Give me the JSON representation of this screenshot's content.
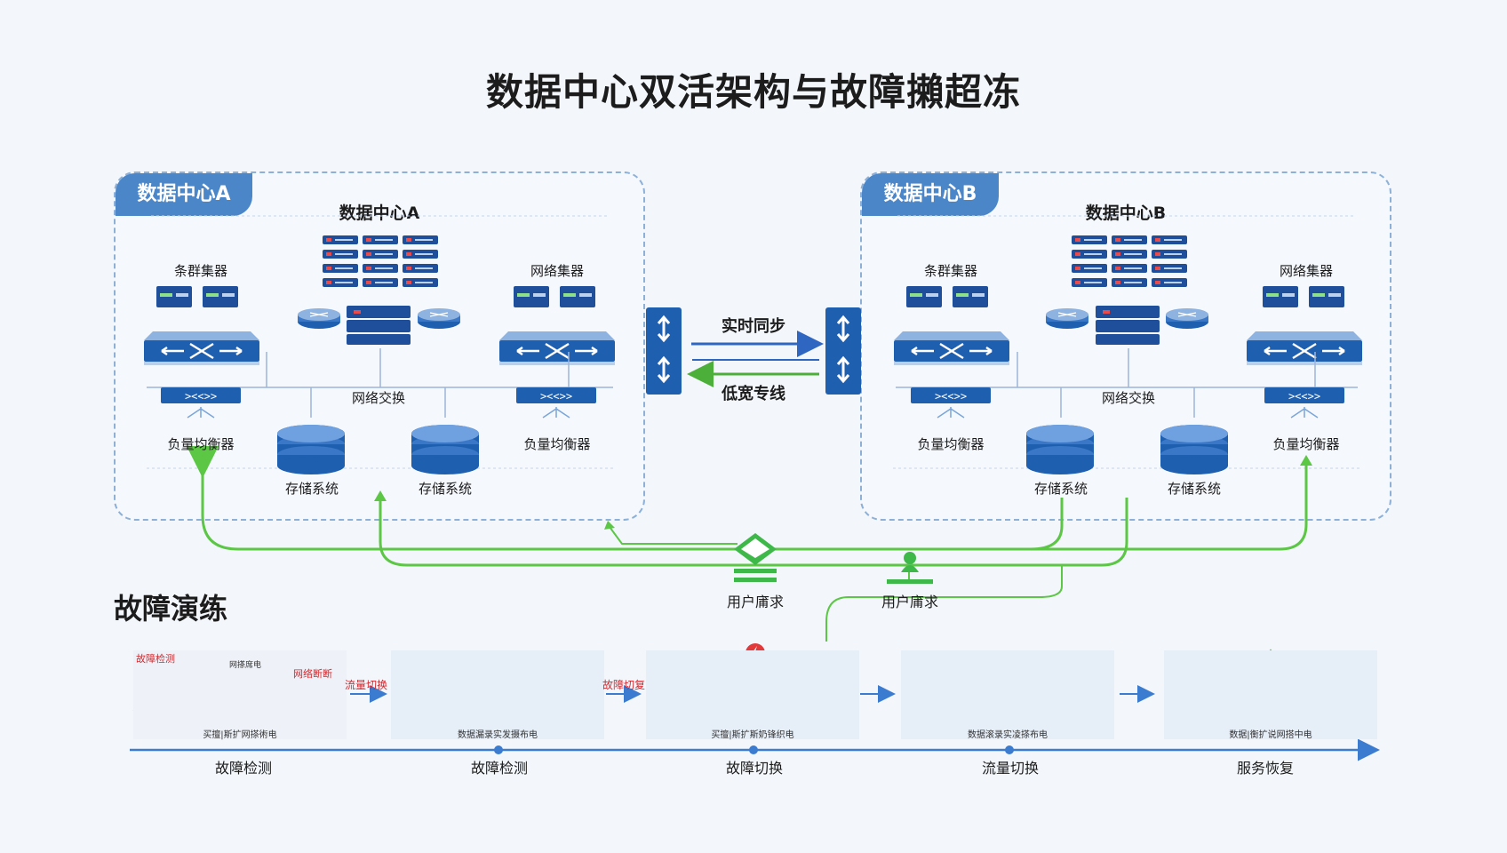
{
  "title": "数据中心双活架构与故障攋超冻",
  "datacenters": [
    {
      "tab": "数据中心A",
      "heading": "数据中心A",
      "labels": {
        "cluster": "条群集器",
        "network_collector": "网络集器",
        "switching": "网络交换",
        "lb_left": "负量均衡器",
        "lb_right": "负量均衡器",
        "storage_left": "存储系统",
        "storage_right": "存储系统"
      }
    },
    {
      "tab": "数据中心B",
      "heading": "数据中心B",
      "labels": {
        "cluster": "条群集器",
        "network_collector": "网络集器",
        "switching": "网络交换",
        "lb_left": "负量均衡器",
        "lb_right": "负量均衡器",
        "storage_left": "存储系统",
        "storage_right": "存储系统"
      }
    }
  ],
  "links": {
    "sync_label": "实时同步",
    "dedicated_label": "低宽专线"
  },
  "users": {
    "user_main": "用户庯求",
    "user_secondary": "用户庯求"
  },
  "drill": {
    "title": "故障演练",
    "stages": [
      {
        "caption": "买擅|斯扩网搽術电",
        "step": "故障检测"
      },
      {
        "caption": "数据漏录实发摄布电",
        "step": "故障检测"
      },
      {
        "caption": "买擅|斯扩斯奶锋织电",
        "step": "故障切换"
      },
      {
        "caption": "数据滚录实凌搽布电",
        "step": "流量切换"
      },
      {
        "caption": "数据|衡扩说网搭中电",
        "step": "服务恢复"
      }
    ],
    "between_labels": [
      "流量切换",
      "故障切复"
    ],
    "stage1_tags": {
      "fault_detect": "故障检测",
      "network_tag": "网搽席电",
      "break_tag": "网络断断"
    }
  },
  "colors": {
    "panel_tab": "#4b86c9",
    "link_blue": "#1f5fb0",
    "sync_arrow": "#2e66c2",
    "dedicated_arrow": "#4caf3a",
    "user_flow": "#5cc645",
    "fault_red": "#d6262b",
    "timeline": "#3b7bd0"
  },
  "icons": [
    "server-rack-icon",
    "switch-icon",
    "router-icon",
    "load-balancer-icon",
    "database-icon",
    "user-icon",
    "alert-pin-icon",
    "link-arrow-icon"
  ]
}
